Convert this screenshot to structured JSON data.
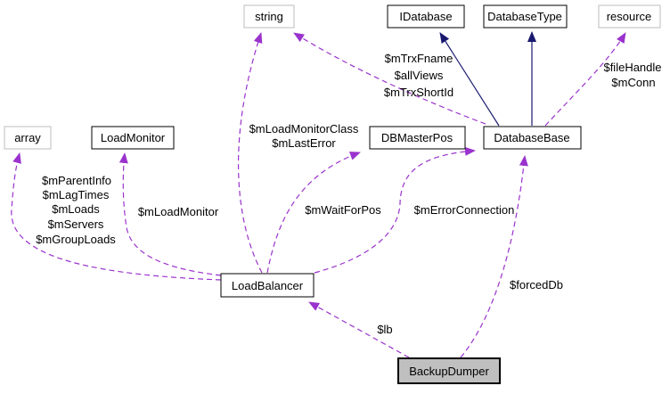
{
  "diagram": {
    "kind": "collaboration-graph",
    "colors": {
      "usage_edge": "#9a32cd",
      "inheritance_edge": "#191970",
      "highlight_node_fill": "#bfbfbf",
      "external_node_border": "#bebebe",
      "node_fill": "#ffffff",
      "text": "#000000"
    },
    "nodes": {
      "string": {
        "label": "string"
      },
      "idatabase": {
        "label": "IDatabase"
      },
      "databasetype": {
        "label": "DatabaseType"
      },
      "resource": {
        "label": "resource"
      },
      "array": {
        "label": "array"
      },
      "loadmonitor": {
        "label": "LoadMonitor"
      },
      "dbmasterpos": {
        "label": "DBMasterPos"
      },
      "databasebase": {
        "label": "DatabaseBase"
      },
      "loadbalancer": {
        "label": "LoadBalancer"
      },
      "backupdumper": {
        "label": "BackupDumper"
      }
    },
    "edges": {
      "db_string": [
        "$mTrxFname",
        "$allViews",
        "$mTrxShortId"
      ],
      "db_resource": [
        "$fileHandle",
        "$mConn"
      ],
      "lb_string": [
        "$mLoadMonitorClass",
        "$mLastError"
      ],
      "lb_array": [
        "$mParentInfo",
        "$mLagTimes",
        "$mLoads",
        "$mServers",
        "$mGroupLoads"
      ],
      "lb_loadmonitor": [
        "$mLoadMonitor"
      ],
      "lb_dbmasterpos": [
        "$mWaitForPos"
      ],
      "lb_databasebase": [
        "$mErrorConnection"
      ],
      "bd_lb": [
        "$lb"
      ],
      "bd_db": [
        "$forcedDb"
      ]
    }
  }
}
